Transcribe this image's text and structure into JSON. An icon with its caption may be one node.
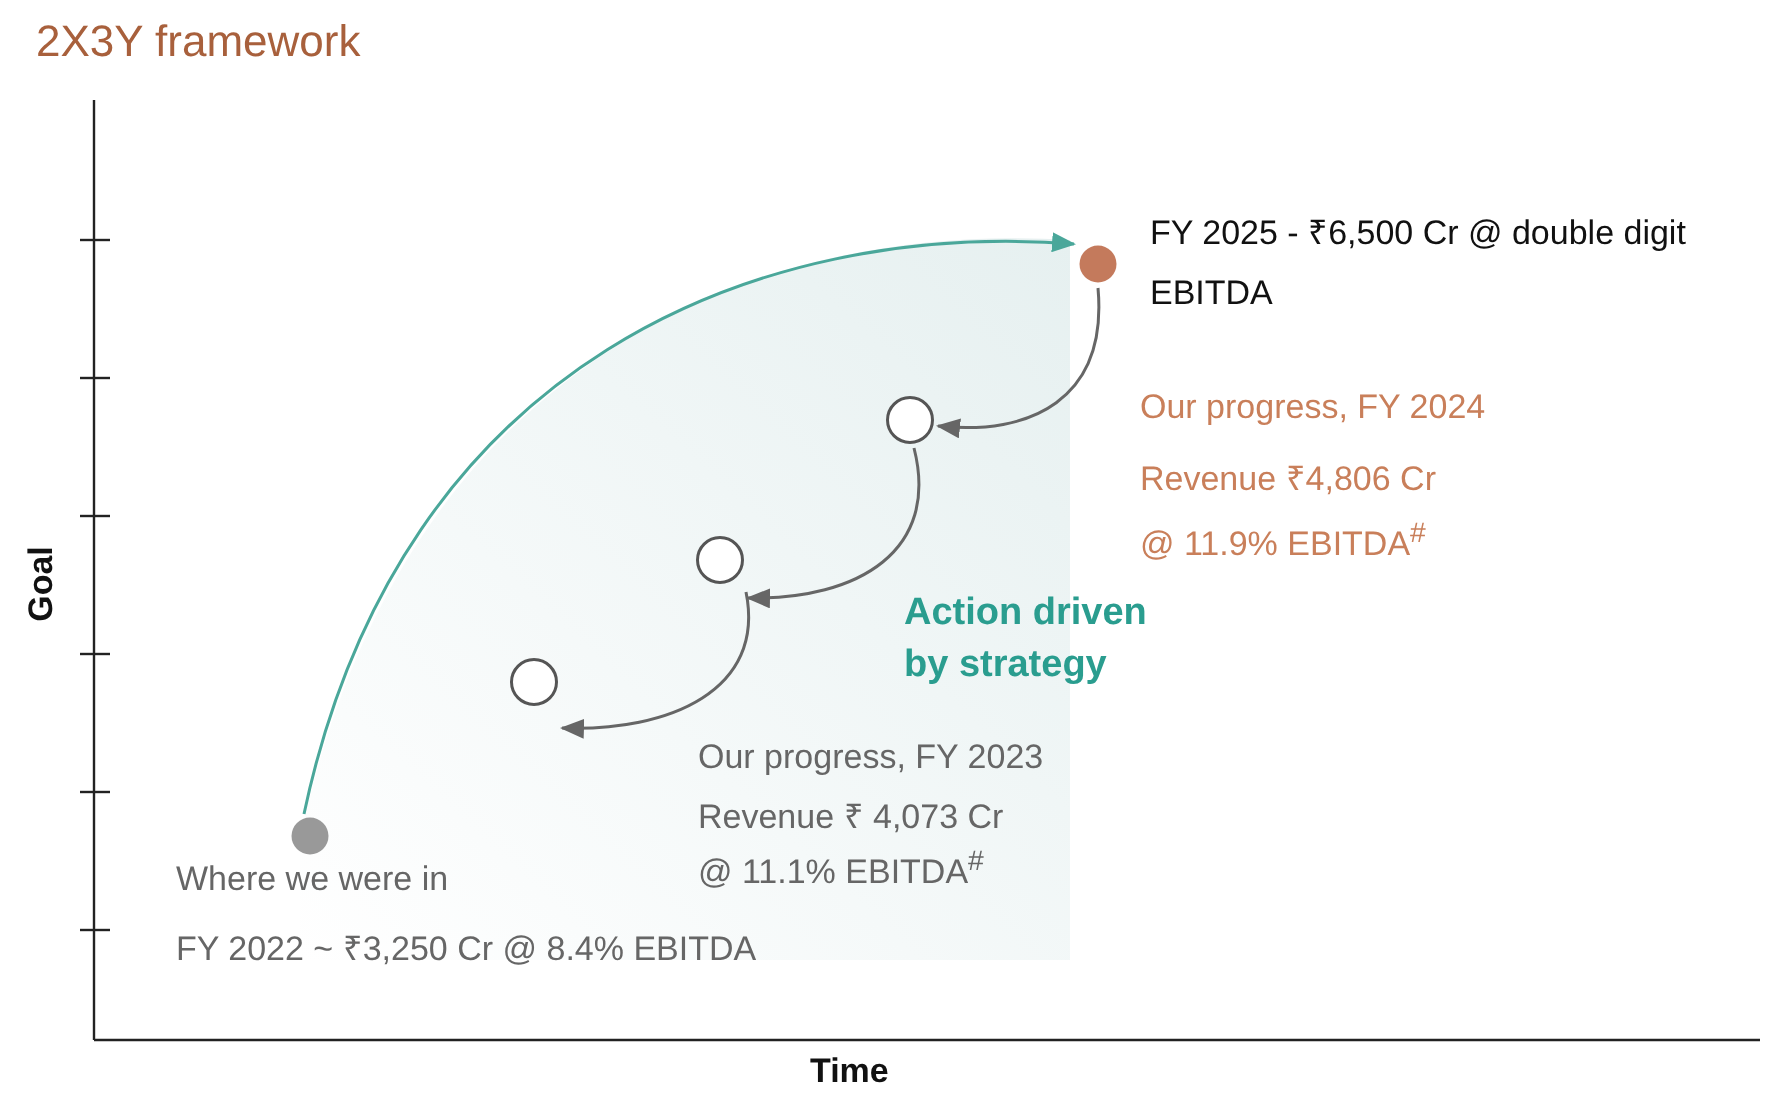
{
  "diagram": {
    "title": "2X3Y framework",
    "nodes": [
      {
        "text": [],
        "shape": "circle",
        "beside": [
          "FY 2025 - ₹6,500 Cr @ double digit EBITDA"
        ]
      },
      {
        "text": [],
        "shape": "circle"
      },
      {
        "text": [],
        "shape": "circle"
      },
      {
        "text": [],
        "shape": "circle"
      },
      {
        "text": [],
        "shape": "circle",
        "beside": [
          "Where we were in",
          "FY 2022 ~ ₹3,250 Cr @ 8.4% EBITDA"
        ]
      }
    ],
    "edges": [
      {
        "from": 4,
        "to": 0,
        "arrow": "to",
        "color": "#4aa79a"
      },
      {
        "from": 0,
        "to": 1,
        "arrow": "to"
      },
      {
        "from": 1,
        "to": 2,
        "arrow": "to"
      },
      {
        "from": 2,
        "to": 3,
        "arrow": "to"
      }
    ],
    "labels": [
      "Our progress, FY 2024",
      "Revenue ₹4,806 Cr",
      "@ 11.9% EBITDA$^{#}$",
      "Action driven by strategy",
      "Our progress, FY 2023",
      "Revenue ₹ 4,073 Cr",
      "@ 11.1% EBITDA$^{#}$",
      "Goal",
      "Time"
    ]
  }
}
